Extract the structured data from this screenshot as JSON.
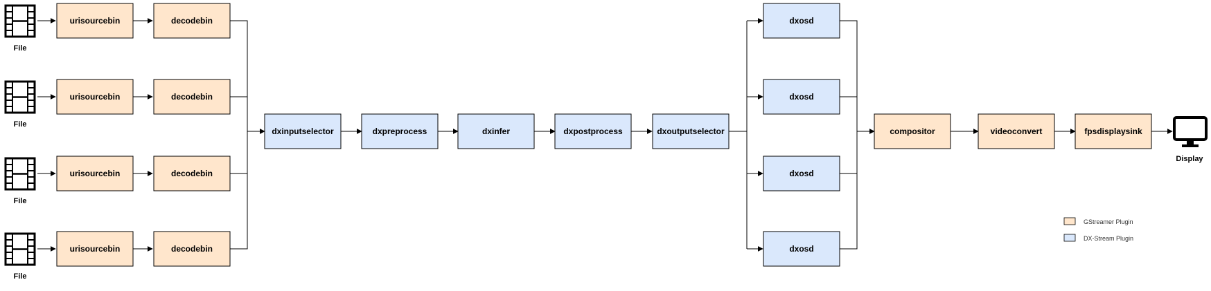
{
  "colors": {
    "gstreamer_fill": "#ffe6cc",
    "dxstream_fill": "#dae8fc",
    "stroke": "#000000"
  },
  "sources": [
    {
      "icon": "film-icon",
      "caption": "File",
      "src": "urisourcebin",
      "dec": "decodebin"
    },
    {
      "icon": "film-icon",
      "caption": "File",
      "src": "urisourcebin",
      "dec": "decodebin"
    },
    {
      "icon": "film-icon",
      "caption": "File",
      "src": "urisourcebin",
      "dec": "decodebin"
    },
    {
      "icon": "film-icon",
      "caption": "File",
      "src": "urisourcebin",
      "dec": "decodebin"
    }
  ],
  "pipeline": {
    "input_selector": "dxinputselector",
    "preprocess": "dxpreprocess",
    "infer": "dxinfer",
    "postprocess": "dxpostprocess",
    "output_selector": "dxoutputselector"
  },
  "osd": [
    "dxosd",
    "dxosd",
    "dxosd",
    "dxosd"
  ],
  "output": {
    "compositor": "compositor",
    "videoconvert": "videoconvert",
    "sink": "fpsdisplaysink",
    "display_icon": "monitor-icon",
    "display_caption": "Display"
  },
  "legend": {
    "gstreamer": "GStreamer Plugin",
    "dxstream": "DX-Stream Plugin"
  }
}
